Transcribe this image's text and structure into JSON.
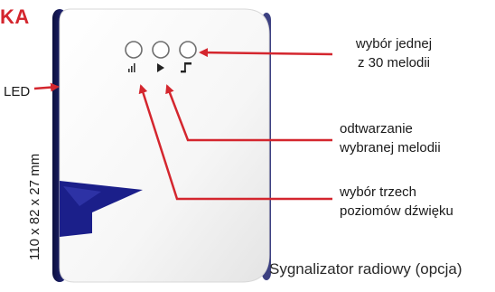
{
  "heading_fragment": "KA",
  "labels": {
    "led": "LED",
    "dimensions": "110 x 82 x 27 mm",
    "melody_select_line1": "wybór jednej",
    "melody_select_line2": "z 30 melodii",
    "play_line1": "odtwarzanie",
    "play_line2": "wybranej melodii",
    "volume_line1": "wybór trzech",
    "volume_line2": "poziomów dźwięku",
    "caption": "Sygnalizator radiowy (opcja)"
  },
  "icons": [
    "volume-bars-icon",
    "play-icon",
    "music-note-icon"
  ],
  "colors": {
    "arrow": "#d4262e",
    "heading": "#d4262e",
    "device_body": "#f7f7f7",
    "device_side": "#1a1f6b",
    "led_blue": "#1b1f8a"
  }
}
